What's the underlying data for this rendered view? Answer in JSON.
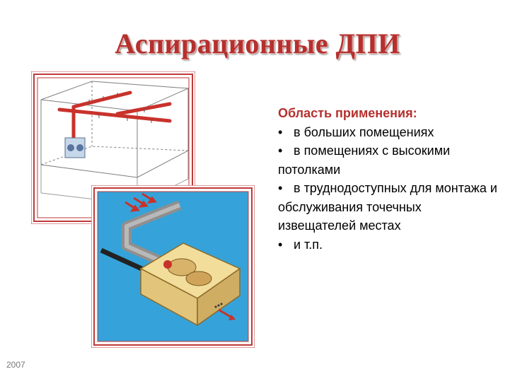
{
  "title": "Аспирационные ДПИ",
  "content": {
    "heading": "Область применения:",
    "bullets": [
      "в больших помещениях",
      "в помещениях с высокими потолками",
      "в труднодоступных для монтажа и обслуживания точечных извещателей местах",
      "и т.п."
    ],
    "bullet_symbol": "•"
  },
  "footer": "2007",
  "colors": {
    "title": "#b5302d",
    "heading": "#b5302d",
    "pipe": "#c9322b",
    "box": "#e5c98a",
    "background_panel": "#35a3d9"
  },
  "images": {
    "top_left": "room-pipe-diagram",
    "bottom": "aspiration-detector-box"
  }
}
